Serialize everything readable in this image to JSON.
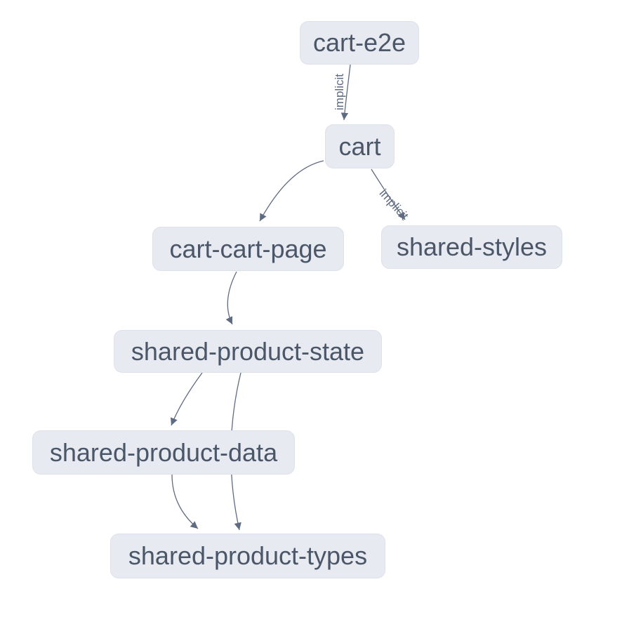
{
  "graph": {
    "type": "dependency-graph",
    "background_color": "#ffffff",
    "node_fill_color": "#e7eaf0",
    "node_border_color": "#dde1ea",
    "node_text_color": "#4b5768",
    "edge_color": "#5e6b81",
    "edge_label_color": "#5e6b81"
  },
  "nodes": [
    {
      "id": "cart-e2e",
      "label": "cart-e2e"
    },
    {
      "id": "cart",
      "label": "cart"
    },
    {
      "id": "cart-cart-page",
      "label": "cart-cart-page"
    },
    {
      "id": "shared-styles",
      "label": "shared-styles"
    },
    {
      "id": "shared-product-state",
      "label": "shared-product-state"
    },
    {
      "id": "shared-product-data",
      "label": "shared-product-data"
    },
    {
      "id": "shared-product-types",
      "label": "shared-product-types"
    }
  ],
  "edges": [
    {
      "from": "cart-e2e",
      "to": "cart",
      "label": "implicit"
    },
    {
      "from": "cart",
      "to": "cart-cart-page",
      "label": ""
    },
    {
      "from": "cart",
      "to": "shared-styles",
      "label": "implicit"
    },
    {
      "from": "cart-cart-page",
      "to": "shared-product-state",
      "label": ""
    },
    {
      "from": "shared-product-state",
      "to": "shared-product-data",
      "label": ""
    },
    {
      "from": "shared-product-state",
      "to": "shared-product-types",
      "label": ""
    },
    {
      "from": "shared-product-data",
      "to": "shared-product-types",
      "label": ""
    }
  ]
}
